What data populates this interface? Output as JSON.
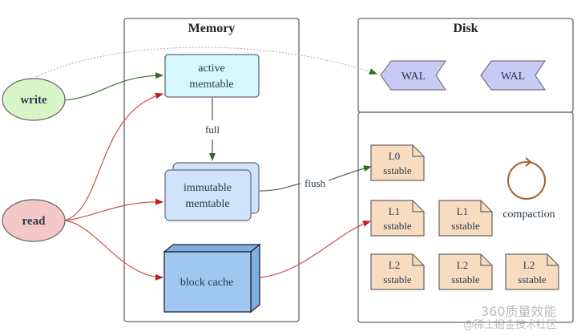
{
  "diagram": {
    "clusters": {
      "memory": {
        "title": "Memory"
      },
      "disk": {
        "title": "Disk"
      }
    },
    "nodes": {
      "write": {
        "label": "write"
      },
      "read": {
        "label": "read"
      },
      "active_memtable": {
        "line1": "active",
        "line2": "memtable"
      },
      "immutable_memtable": {
        "line1": "immutable",
        "line2": "memtable"
      },
      "block_cache": {
        "label": "block cache"
      },
      "wal1": {
        "label": "WAL"
      },
      "wal2": {
        "label": "WAL"
      },
      "compaction": {
        "label": "compaction"
      },
      "sstables": [
        {
          "level": "L0",
          "label": "sstable"
        },
        {
          "level": "L1",
          "label": "sstable"
        },
        {
          "level": "L1",
          "label": "sstable"
        },
        {
          "level": "L2",
          "label": "sstable"
        },
        {
          "level": "L2",
          "label": "sstable"
        },
        {
          "level": "L2",
          "label": "sstable"
        }
      ]
    },
    "edges": {
      "full": "full",
      "flush": "flush"
    },
    "colors": {
      "write_edge": "#3a7a2a",
      "read_edge": "#c84040",
      "write_fill": "#d8f5c8",
      "read_fill": "#f5c8c8",
      "active_fill": "#d4f8fc",
      "immutable_fill": "#cfe4fb",
      "cache_fill": "#9fc7f0",
      "wal_fill": "#c8caf6",
      "sstable_fill": "#f8dcc0",
      "compaction": "#a86028"
    }
  },
  "watermark": {
    "line1": "360质量效能",
    "line2": "@稀土掘金技术社区"
  }
}
